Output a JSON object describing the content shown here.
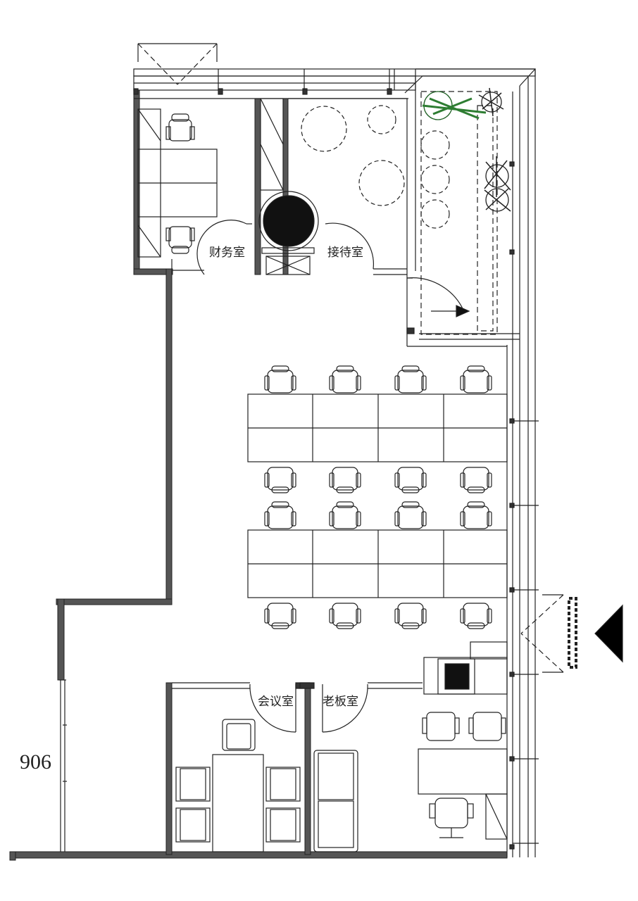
{
  "plan": {
    "rooms": {
      "finance": "财务室",
      "reception": "接待室",
      "meeting": "会议室",
      "boss": "老板室"
    },
    "dimension": "906"
  },
  "colors": {
    "wall": "#444444",
    "line": "#222222",
    "plant": "#2e7d32",
    "background": "#ffffff"
  }
}
